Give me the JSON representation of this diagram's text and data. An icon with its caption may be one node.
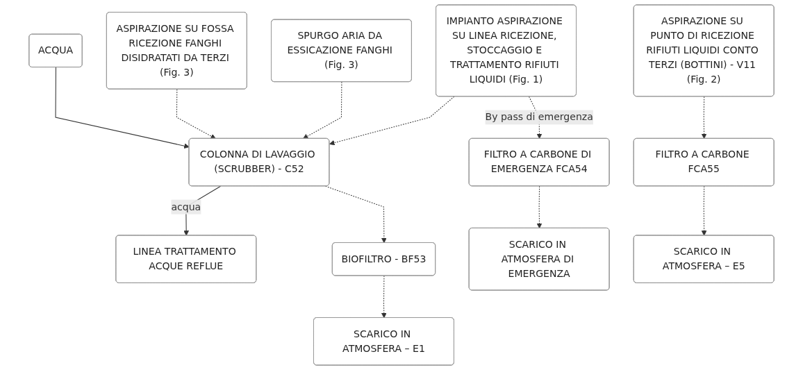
{
  "diagram": {
    "nodes": [
      {
        "text": [
          "IMPIANTO ASPIRAZIONE SU LINEA RICEZIONE, STOCCAGGIO E TRATTAMENTO RIFIUTI LIQUIDI (Fig. 1)"
        ]
      },
      {
        "text": [
          "SPURGO ARIA DA ESSICAZIONE FANGHI (Fig. 3)"
        ]
      },
      {
        "text": [
          "ASPIRAZIONE SU FOSSA RICEZIONE FANGHI DISIDRATATI DA TERZI (Fig. 3)"
        ]
      },
      {
        "text": [
          "ASPIRAZIONE SU PUNTO DI RICEZIONE RIFIUTI LIQUIDI CONTO TERZI (BOTTINI) - V11 (Fig. 2)"
        ]
      },
      {
        "text": [
          "COLONNA DI LAVAGGIO (SCRUBBER) - C52"
        ]
      },
      {
        "text": [
          "ACQUA"
        ]
      },
      {
        "text": [
          "LINEA TRATTAMENTO ACQUE REFLUE"
        ]
      },
      {
        "text": [
          "FILTRO A CARBONE DI EMERGENZA FCA54"
        ]
      },
      {
        "text": [
          "BIOFILTRO - BF53"
        ]
      },
      {
        "text": [
          "FILTRO A CARBONE FCA55"
        ]
      },
      {
        "text": [
          "SCARICO IN ATMOSFERA DI EMERGENZA"
        ]
      },
      {
        "text": [
          "SCARICO IN ATMOSFERA – E1"
        ]
      },
      {
        "text": [
          "SCARICO IN ATMOSFERA – E5"
        ]
      }
    ],
    "edges": [
      {
        "from": 0,
        "to": 4,
        "arrow": "to",
        "style": "dashed"
      },
      {
        "from": 0,
        "to": 7,
        "arrow": "to",
        "style": "dashed",
        "label": "By pass di emergenza"
      },
      {
        "from": 1,
        "to": 4,
        "arrow": "to",
        "style": "dashed"
      },
      {
        "from": 2,
        "to": 4,
        "arrow": "to",
        "style": "dashed"
      },
      {
        "from": 5,
        "to": 4,
        "arrow": "to"
      },
      {
        "from": 4,
        "to": 6,
        "arrow": "to",
        "label": "acqua"
      },
      {
        "from": 4,
        "to": 8,
        "arrow": "to",
        "style": "dashed"
      },
      {
        "from": 3,
        "to": 9,
        "arrow": "to",
        "style": "dashed"
      },
      {
        "from": 7,
        "to": 10,
        "arrow": "to",
        "style": "dashed"
      },
      {
        "from": 8,
        "to": 11,
        "arrow": "to",
        "style": "dashed"
      },
      {
        "from": 9,
        "to": 12,
        "arrow": "to",
        "style": "dashed"
      }
    ]
  }
}
